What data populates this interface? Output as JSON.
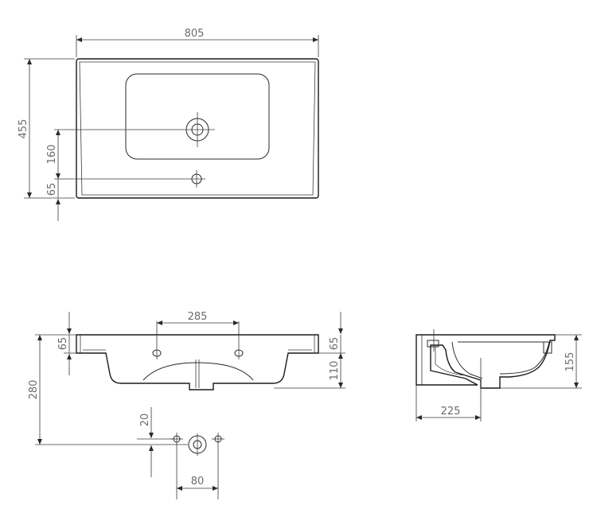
{
  "top_view": {
    "width": "805",
    "depth": "455",
    "overflow_offset": "160",
    "tap_offset": "65"
  },
  "front_view": {
    "tap_spacing": "285",
    "total_height": "280",
    "rim_left": "65",
    "rim_right": "65",
    "bowl_depth": "110",
    "waste_offset": "20",
    "waste_spacing": "80"
  },
  "side_view": {
    "height": "155",
    "waste_distance": "225"
  }
}
